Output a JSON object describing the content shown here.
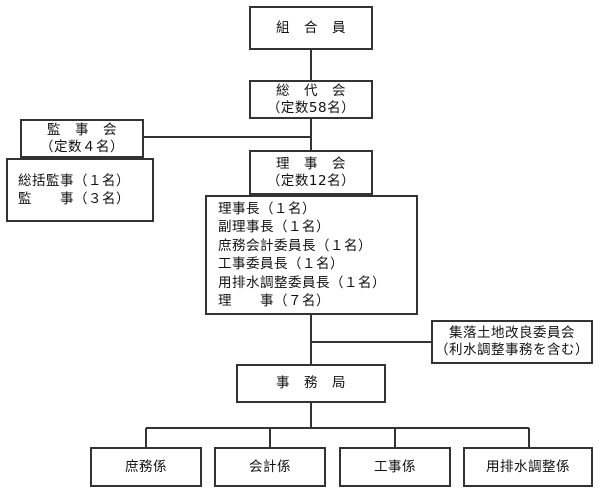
{
  "kumiaiin": "組　合　員",
  "soudaikai": {
    "title": "総　代　会",
    "quota": "（定数58名）"
  },
  "kanjikai": {
    "title": "監　事　会",
    "quota": "（定数４名）",
    "members": [
      "総括監事（１名）",
      "監　　事（３名）"
    ]
  },
  "rijikai": {
    "title": "理　事　会",
    "quota": "（定数12名）",
    "members": [
      "理事長（１名）",
      "副理事長（１名）",
      "庶務会計委員長（１名）",
      "工事委員長（１名）",
      "用排水調整委員長（１名）",
      "理　　事（７名）"
    ]
  },
  "shuraku": {
    "title": "集落土地改良委員会",
    "note": "（利水調整事務を含む）"
  },
  "jimukyoku": "事　務　局",
  "departments": [
    "庶務係",
    "会計係",
    "工事係",
    "用排水調整係"
  ]
}
